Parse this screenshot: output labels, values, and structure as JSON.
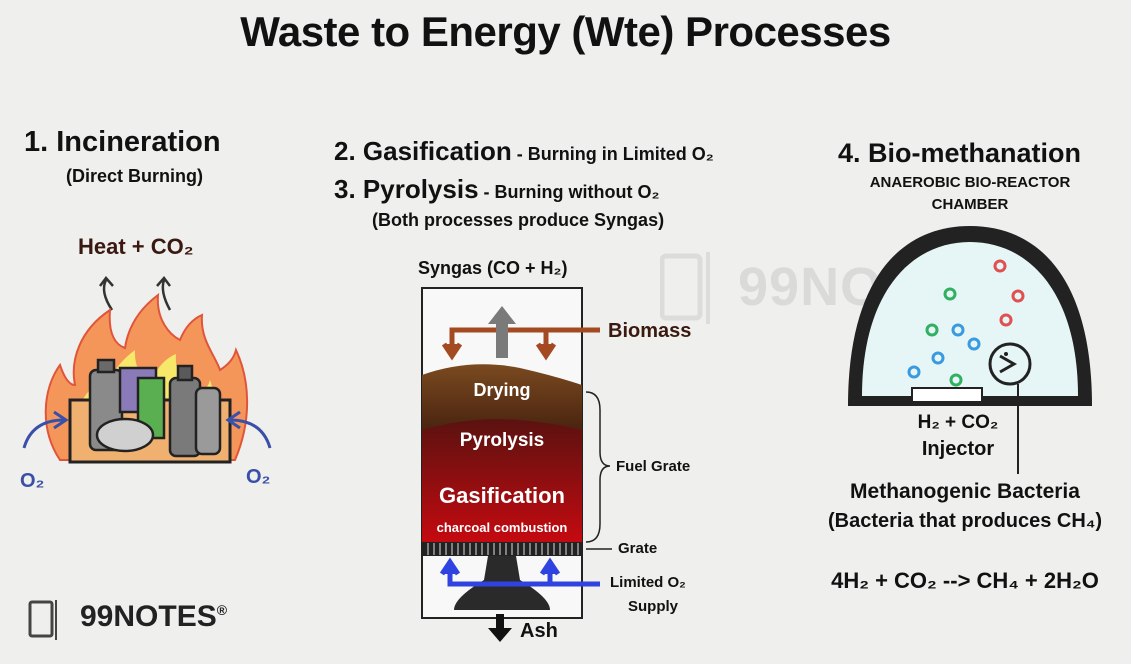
{
  "title": "Waste to Energy (Wte) Processes",
  "incineration": {
    "heading": "1. Incineration",
    "subheading": "(Direct Burning)",
    "output_label": "Heat + CO₂",
    "o2_left": "O₂",
    "o2_right": "O₂"
  },
  "gasification": {
    "heading_gas": "2. Gasification",
    "gas_note": " - Burning in Limited O₂",
    "heading_pyro": "3. Pyrolysis",
    "pyro_note": " - Burning without O₂",
    "both_note": "(Both processes produce Syngas)",
    "diagram": {
      "syngas": "Syngas (CO + H₂)",
      "biomass": "Biomass",
      "drying": "Drying",
      "pyrolysis": "Pyrolysis",
      "gasification": "Gasification",
      "charcoal": "charcoal combustion",
      "fuel_grate": "Fuel Grate",
      "grate": "Grate",
      "limited_o2_1": "Limited O₂",
      "limited_o2_2": "Supply",
      "ash": "Ash"
    }
  },
  "biomethanation": {
    "heading": "4. Bio-methanation",
    "chamber_line1": "ANAEROBIC BIO-REACTOR",
    "chamber_line2": "CHAMBER",
    "injector_line1": "H₂ + CO₂",
    "injector_line2": "Injector",
    "bacteria_line1": "Methanogenic Bacteria",
    "bacteria_line2": "(Bacteria that produces CH₄)",
    "equation": "4H₂ + CO₂ --> CH₄ + 2H₂O"
  },
  "watermark": {
    "brand": "99NOTES",
    "mark": "®"
  },
  "logo": {
    "brand": "99NOTES",
    "mark": "®"
  },
  "colors": {
    "flame_outer": "#f4965a",
    "flame_inner": "#f8e86a",
    "o2_blue": "#3a4fa8",
    "arrow_brown": "#a44a22",
    "air_blue": "#2f43e0"
  }
}
